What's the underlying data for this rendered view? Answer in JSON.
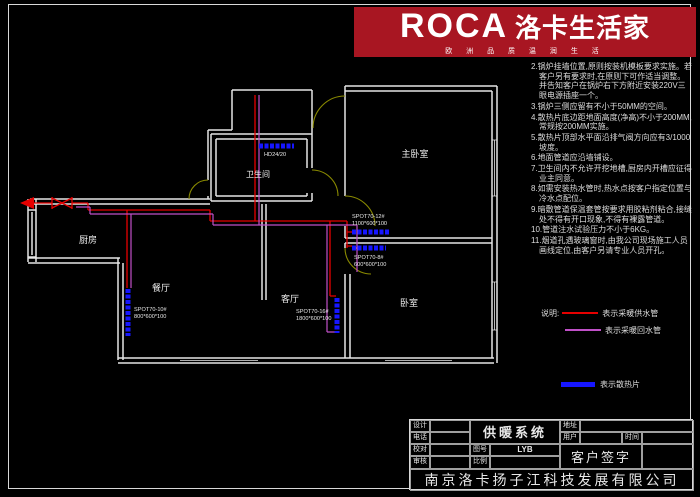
{
  "banner": {
    "brand": "ROCA",
    "brand_cn": "洛卡生活家",
    "tagline": "欧 洲 品 质   温 润 生 活",
    "bg_color": "#a81622"
  },
  "notes": {
    "lines": [
      "2.锅炉挂墙位置,原则按装机模板要求实施。若客户另有要求时,在原则下可作适当调整。并告知客户在锅炉右下方附近安装220V三眼电源插座一个。",
      "3.锅炉三侧应留有不小于50MM的空间。",
      "4.散热片底边距地面高度(净高)不小于200MM,常规按200MM实施。",
      "5.散热片顶部水平面沿排气阀方向应有3/1000坡度。",
      "6.地面管道应沿墙铺设。",
      "7.卫生间内不允许开挖地槽,厨房内开槽应征得业主同意。",
      "8.如需安装热水管时,热水点按客户指定位置与冷水点配位。",
      "9.暗敷管道保温套管按要求用胶粘剂粘合,接缝处不得有开口现象,不得有裸露管道。",
      "10.管道注水试验压力不小于6KG。",
      "11.烟道孔遇玻璃窗时,由我公司现场施工人员画线定位,由客户另请专业人员开孔。"
    ]
  },
  "legend": {
    "title": "说明:",
    "supply_label": "表示采暖供水管",
    "return_label": "表示采暖回水管",
    "radiator_label": "表示散热片",
    "supply_color": "#e60000",
    "return_color": "#c050c8",
    "radiator_color": "#1616ff"
  },
  "plan": {
    "rooms": [
      {
        "name": "厨房"
      },
      {
        "name": "餐厅"
      },
      {
        "name": "客厅"
      },
      {
        "name": "卫生间"
      },
      {
        "name": "主卧室"
      },
      {
        "name": "卧室"
      }
    ],
    "radiators": [
      {
        "model": "HD24/20",
        "size": ""
      },
      {
        "model": "SPOT70-10#",
        "size": "800*600*100"
      },
      {
        "model": "SPOT70-16#",
        "size": "1800*600*100"
      },
      {
        "model": "SPOT70-12#",
        "size": "1100*600*100"
      },
      {
        "model": "SPOT70-8#",
        "size": "600*600*100"
      }
    ],
    "wall_color": "#e6e6e6",
    "door_color": "#8a8a00"
  },
  "title_block": {
    "design_label": "设计",
    "phone_label": "电话",
    "check_label": "校对",
    "audit_label": "审核",
    "drawing_title": "供暖系统",
    "drawing_no_label": "图号",
    "drawing_no": "LYB",
    "scale_label": "比例",
    "address_label": "地址",
    "user_label": "用户",
    "time_label": "时间",
    "signature_label": "客户签字",
    "company": "南京洛卡扬子江科技发展有限公司"
  }
}
